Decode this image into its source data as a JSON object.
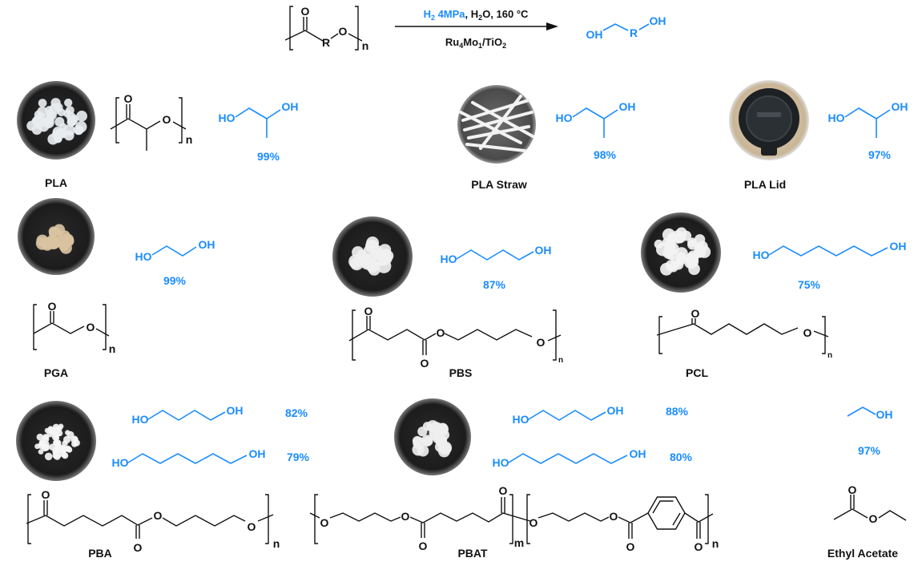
{
  "colors": {
    "product_blue": "#1a8cff",
    "structure_black": "#111111"
  },
  "atoms": {
    "O": "O",
    "HO": "HO",
    "OH": "OH",
    "R": "R",
    "n": "n",
    "m": "m"
  },
  "reaction": {
    "conditions": [
      "H",
      "2",
      " 4MPa",
      ", H",
      "2",
      "O, 160 °C"
    ],
    "catalyst": [
      "Ru",
      "4",
      "Mo",
      "1",
      "/TiO",
      "2"
    ]
  },
  "substrates": [
    {
      "label": "PLA",
      "yield": "99%"
    },
    {
      "label": "PLA Straw",
      "yield": "98%"
    },
    {
      "label": "PLA Lid",
      "yield": "97%"
    },
    {
      "label": "PGA",
      "yield": "99%"
    },
    {
      "label": "PBS",
      "yield": "87%"
    },
    {
      "label": "PCL",
      "yield": "75%"
    },
    {
      "label": "PBA",
      "yields": [
        "82%",
        "79%"
      ]
    },
    {
      "label": "PBAT",
      "yields": [
        "88%",
        "80%"
      ]
    },
    {
      "label": "Ethyl Acetate",
      "yield": "97%"
    }
  ]
}
